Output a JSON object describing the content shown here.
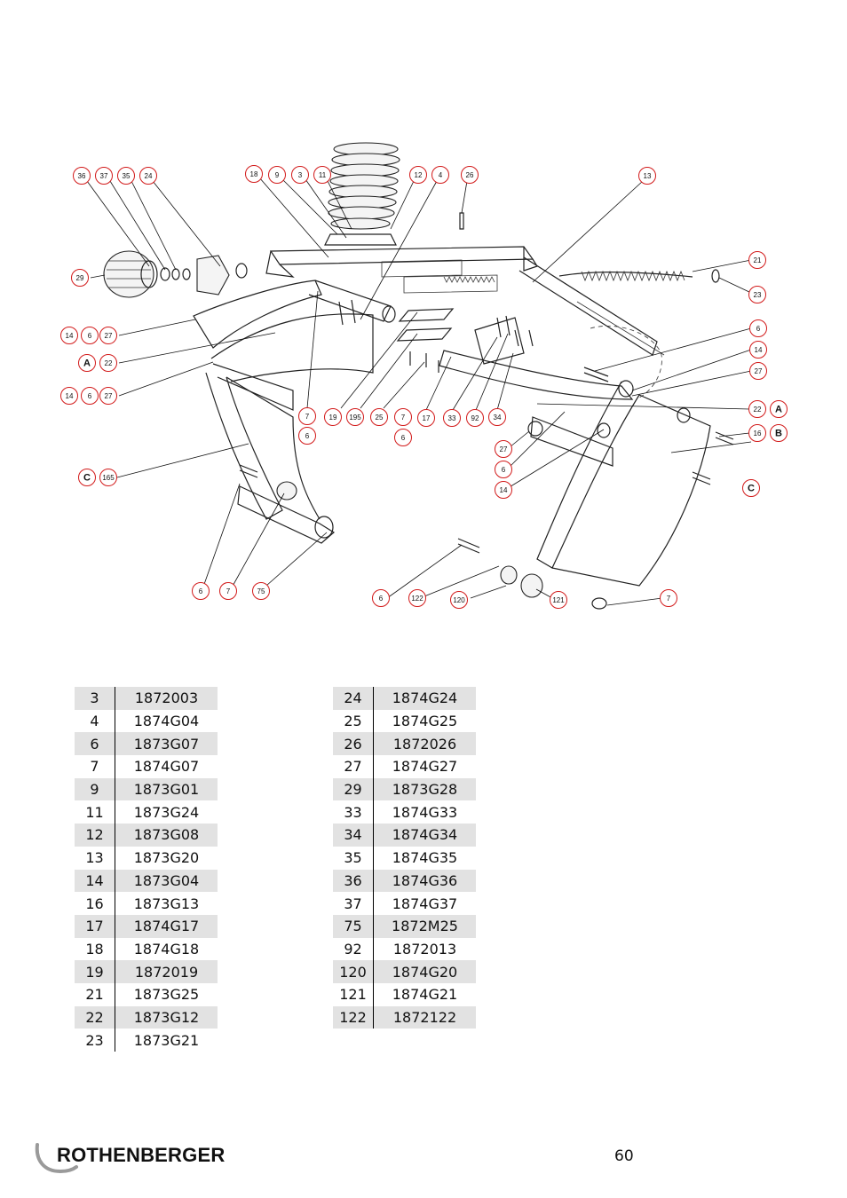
{
  "diagram": {
    "callouts": [
      "36",
      "37",
      "35",
      "24",
      "18",
      "9",
      "3",
      "11",
      "12",
      "4",
      "26",
      "13",
      "29",
      "21",
      "23",
      "14",
      "6",
      "27",
      "A",
      "22",
      "14",
      "6",
      "27",
      "C",
      "165",
      "7",
      "6",
      "19",
      "195",
      "25",
      "7",
      "6",
      "17",
      "33",
      "92",
      "34",
      "6",
      "14",
      "27",
      "22",
      "A",
      "16",
      "B",
      "27",
      "6",
      "14",
      "C",
      "6",
      "7",
      "75",
      "6",
      "122",
      "120",
      "121",
      "7"
    ]
  },
  "parts_left": [
    {
      "pos": "3",
      "number": "1872003"
    },
    {
      "pos": "4",
      "number": "1874G04"
    },
    {
      "pos": "6",
      "number": "1873G07"
    },
    {
      "pos": "7",
      "number": "1874G07"
    },
    {
      "pos": "9",
      "number": "1873G01"
    },
    {
      "pos": "11",
      "number": "1873G24"
    },
    {
      "pos": "12",
      "number": "1873G08"
    },
    {
      "pos": "13",
      "number": "1873G20"
    },
    {
      "pos": "14",
      "number": "1873G04"
    },
    {
      "pos": "16",
      "number": "1873G13"
    },
    {
      "pos": "17",
      "number": "1874G17"
    },
    {
      "pos": "18",
      "number": "1874G18"
    },
    {
      "pos": "19",
      "number": "1872019"
    },
    {
      "pos": "21",
      "number": "1873G25"
    },
    {
      "pos": "22",
      "number": "1873G12"
    },
    {
      "pos": "23",
      "number": "1873G21"
    }
  ],
  "parts_right": [
    {
      "pos": "24",
      "number": "1874G24"
    },
    {
      "pos": "25",
      "number": "1874G25"
    },
    {
      "pos": "26",
      "number": "1872026"
    },
    {
      "pos": "27",
      "number": "1874G27"
    },
    {
      "pos": "29",
      "number": "1873G28"
    },
    {
      "pos": "33",
      "number": "1874G33"
    },
    {
      "pos": "34",
      "number": "1874G34"
    },
    {
      "pos": "35",
      "number": "1874G35"
    },
    {
      "pos": "36",
      "number": "1874G36"
    },
    {
      "pos": "37",
      "number": "1874G37"
    },
    {
      "pos": "75",
      "number": "1872M25"
    },
    {
      "pos": "92",
      "number": "1872013"
    },
    {
      "pos": "120",
      "number": "1874G20"
    },
    {
      "pos": "121",
      "number": "1874G21"
    },
    {
      "pos": "122",
      "number": "1872122"
    }
  ],
  "footer": {
    "brand": "ROTHENBERGER",
    "page_number": "60"
  },
  "colors": {
    "callout_ring": "#d21a1a",
    "table_shade": "#e2e2e2",
    "logo_swoosh": "#9a9a9a"
  }
}
